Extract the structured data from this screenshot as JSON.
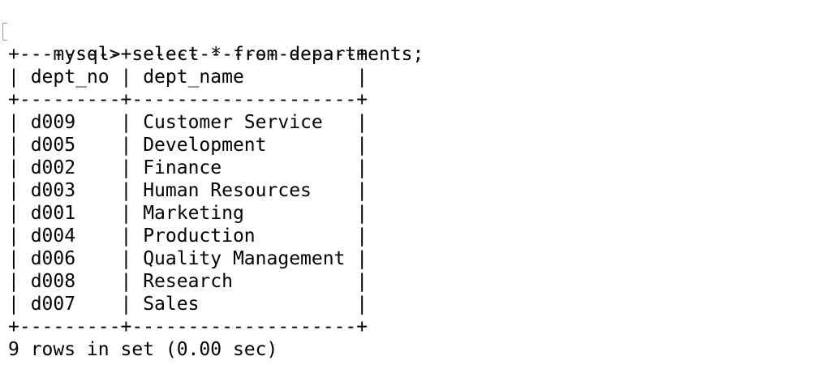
{
  "prompt": "mysql> ",
  "command": "select * from departments;",
  "table": {
    "border": "+---------+--------------------+",
    "columns": [
      "dept_no",
      "dept_name"
    ],
    "rows": [
      [
        "d009",
        "Customer Service"
      ],
      [
        "d005",
        "Development"
      ],
      [
        "d002",
        "Finance"
      ],
      [
        "d003",
        "Human Resources"
      ],
      [
        "d001",
        "Marketing"
      ],
      [
        "d004",
        "Production"
      ],
      [
        "d006",
        "Quality Management"
      ],
      [
        "d008",
        "Research"
      ],
      [
        "d007",
        "Sales"
      ]
    ]
  },
  "result_summary": "9 rows in set (0.00 sec)",
  "colors": {
    "background": "#ffffff",
    "text": "#000000"
  }
}
